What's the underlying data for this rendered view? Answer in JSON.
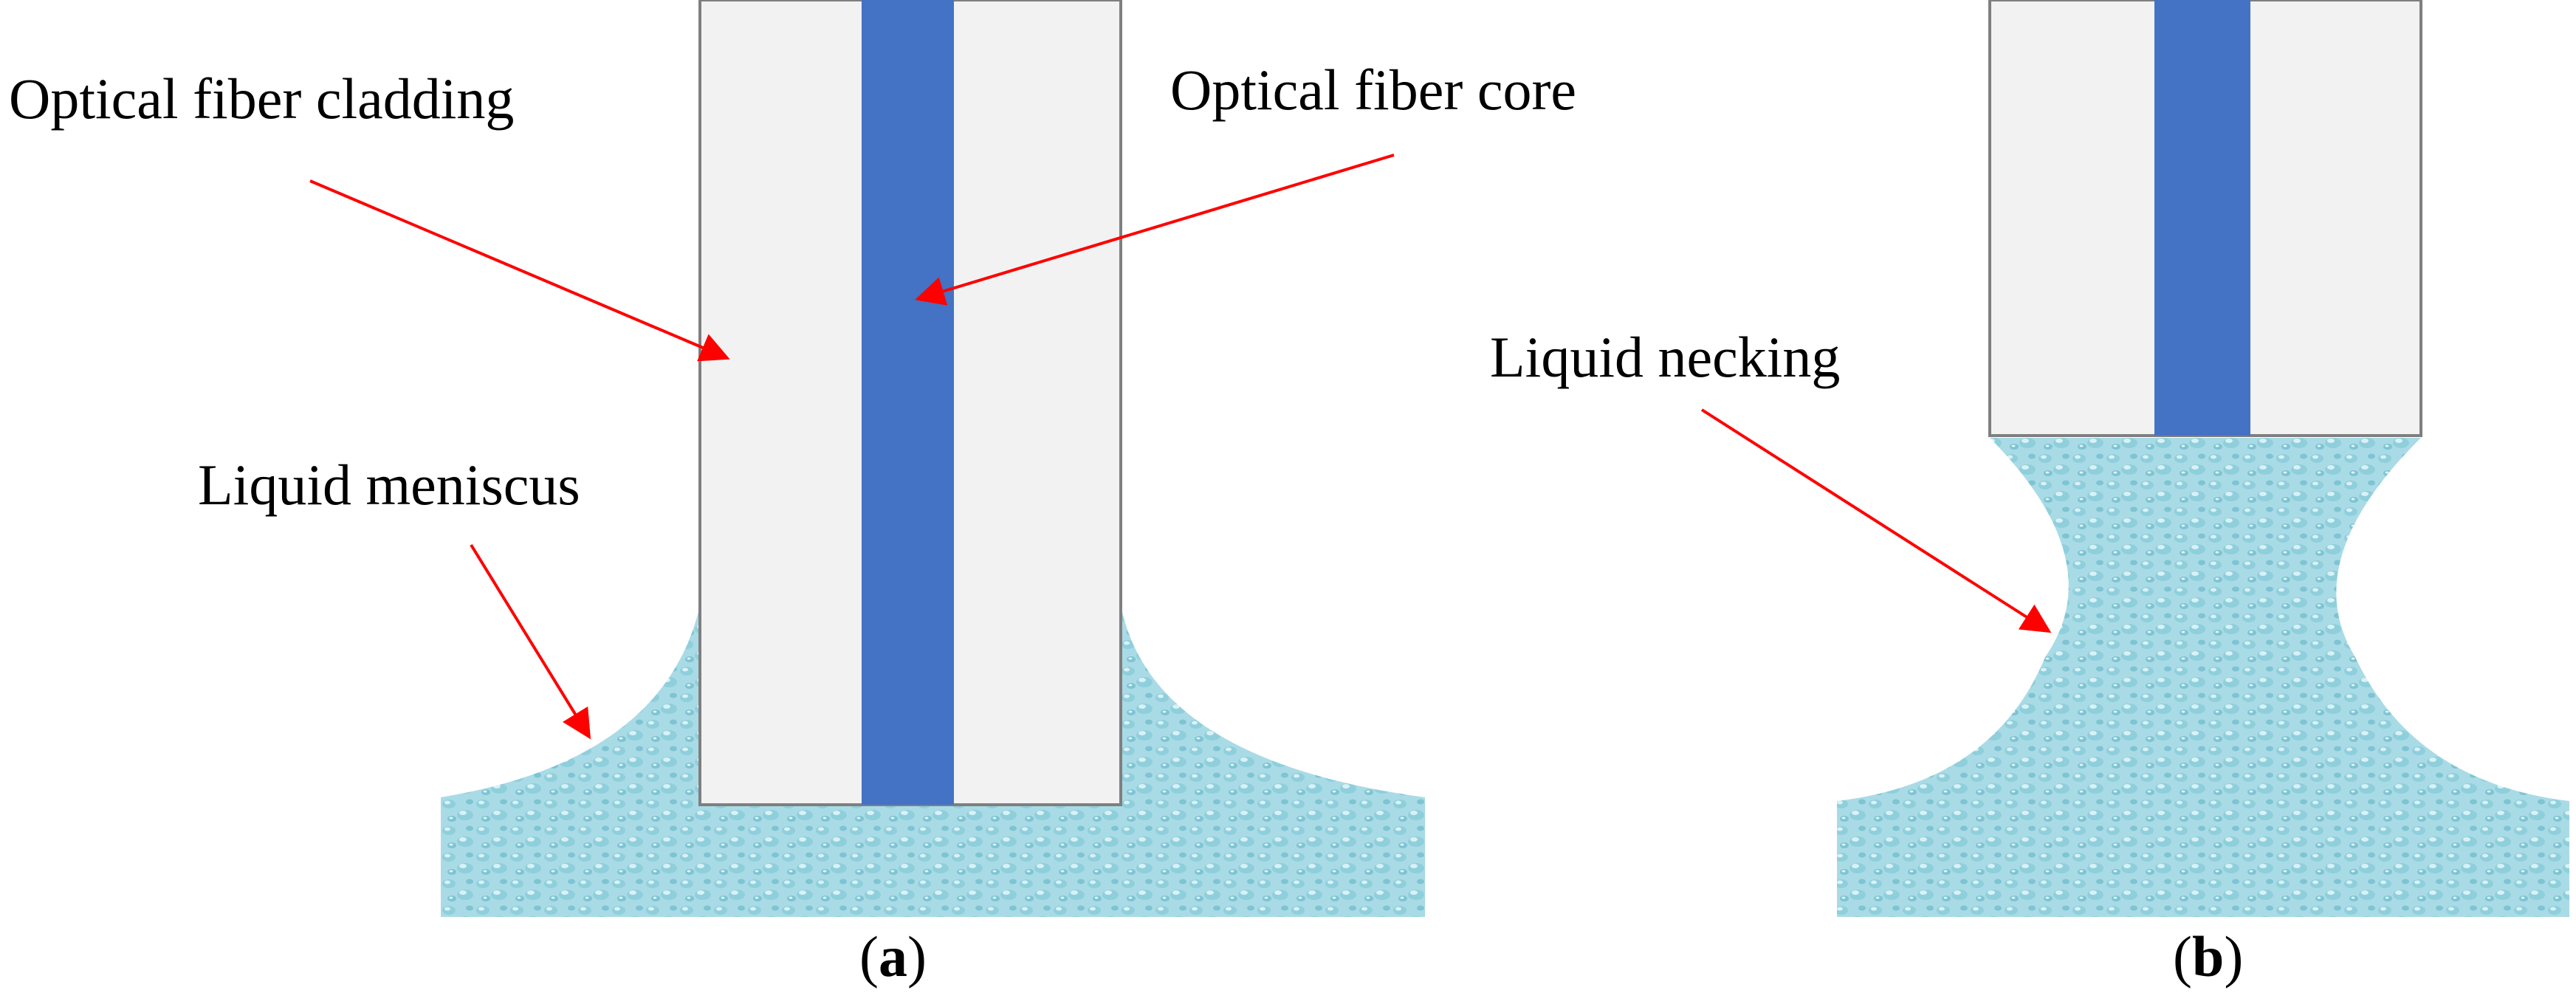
{
  "panel_a": {
    "labels": {
      "cladding": "Optical fiber cladding",
      "core": "Optical fiber core",
      "meniscus": "Liquid meniscus"
    },
    "caption": {
      "open": "(",
      "letter": "a",
      "close": ")"
    }
  },
  "panel_b": {
    "labels": {
      "necking": "Liquid necking"
    },
    "caption": {
      "open": "(",
      "letter": "b",
      "close": ")"
    }
  },
  "colors": {
    "cladding_fill": "#f2f2f2",
    "cladding_stroke": "#7f7f7f",
    "core_fill": "#4472c4",
    "liquid_base": "#a9dbe6",
    "liquid_texture": "#7ec4d3",
    "liquid_highlight": "#d9f1f6",
    "arrow": "#ff0000"
  }
}
